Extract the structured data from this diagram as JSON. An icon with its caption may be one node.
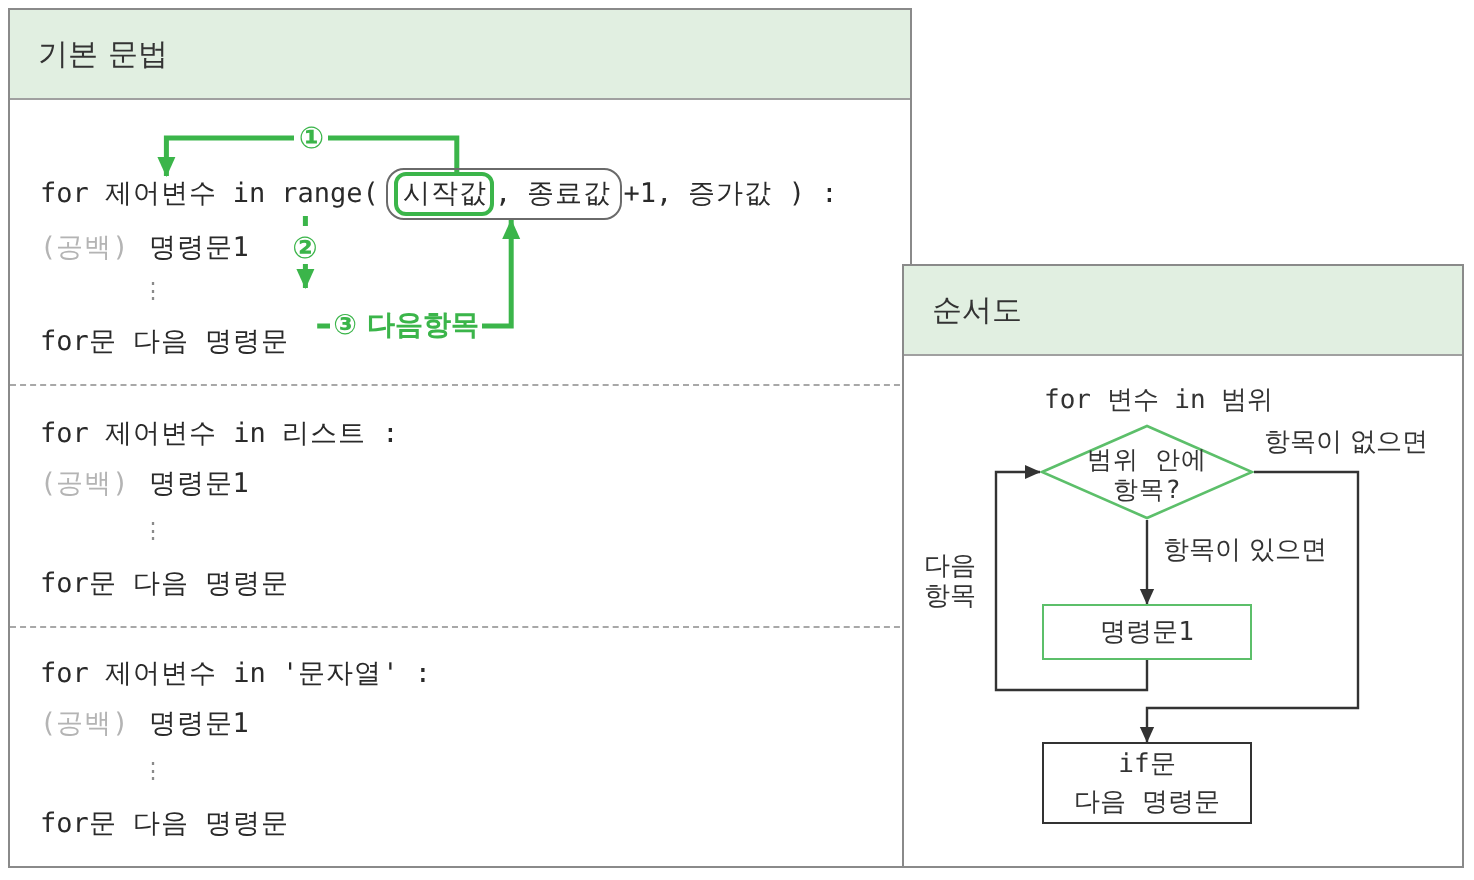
{
  "diagram": {
    "nodes": [
      {
        "text": [
          "기본 문법"
        ]
      },
      {
        "text": [
          "제어변수"
        ],
        "in": 0
      },
      {
        "text": [
          "range("
        ],
        "in": 0
      },
      {
        "text": [
          ", 종료값"
        ],
        "in": 0
      },
      {
        "text": [
          "시작값"
        ],
        "in": 3
      },
      {
        "text": [
          "순서도"
        ]
      },
      {
        "text": [
          "범위 안에 항목?"
        ],
        "beside": [
          "for 변수 in 범위"
        ],
        "in": 5
      },
      {
        "text": [
          "명령문1"
        ],
        "in": 5
      },
      {
        "text": [
          "if문 다음 명령문"
        ],
        "in": 5
      }
    ],
    "edges": [
      {
        "from": 4,
        "to": 1,
        "arrow": "to",
        "label": "①",
        "color": "#3bb54a"
      },
      {
        "from": 2,
        "to": null,
        "arrow": "to",
        "label": "②",
        "style": "dashed",
        "color": "#3bb54a"
      },
      {
        "from": null,
        "to": 3,
        "arrow": "to",
        "label": "③ 다음항목",
        "color": "#3bb54a"
      },
      {
        "from": 6,
        "to": 7,
        "arrow": "to",
        "label": "항목이 있으면",
        "color": "#333333"
      },
      {
        "from": 7,
        "to": 6,
        "arrow": "to",
        "label": "다음 항목",
        "color": "#333333"
      },
      {
        "from": 6,
        "to": 8,
        "arrow": "to",
        "label": "항목이 없으면",
        "color": "#333333"
      }
    ],
    "labels": [
      "for",
      "in",
      "+1, 증가값 ) :",
      "(공백)",
      "명령문1",
      "⋮",
      "for문 다음 명령문",
      "for 제어변수 in 리스트 :",
      "(공백)",
      "명령문1",
      "⋮",
      "for문 다음 명령문",
      "for 제어변수 in '문자열' :",
      "(공백)",
      "명령문1",
      "⋮",
      "for문 다음 명령문"
    ]
  }
}
